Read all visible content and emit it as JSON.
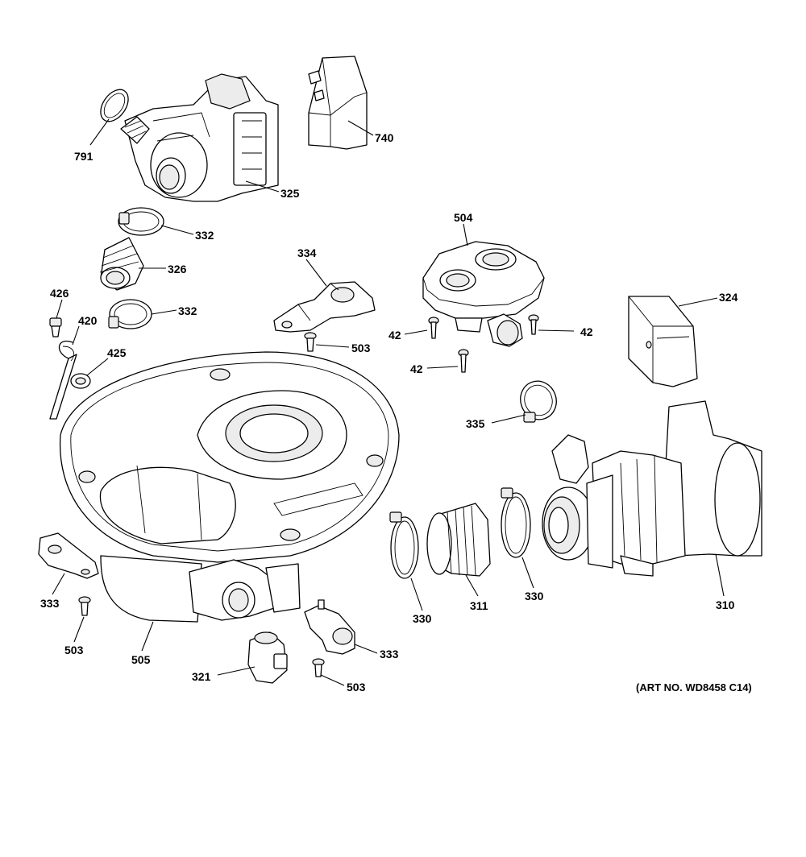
{
  "callouts": [
    {
      "id": "c791",
      "label": "791"
    },
    {
      "id": "c740",
      "label": "740"
    },
    {
      "id": "c325",
      "label": "325"
    },
    {
      "id": "c332a",
      "label": "332"
    },
    {
      "id": "c326",
      "label": "326"
    },
    {
      "id": "c332b",
      "label": "332"
    },
    {
      "id": "c426",
      "label": "426"
    },
    {
      "id": "c420",
      "label": "420"
    },
    {
      "id": "c425",
      "label": "425"
    },
    {
      "id": "c334",
      "label": "334"
    },
    {
      "id": "c503a",
      "label": "503"
    },
    {
      "id": "c504",
      "label": "504"
    },
    {
      "id": "c42a",
      "label": "42"
    },
    {
      "id": "c42b",
      "label": "42"
    },
    {
      "id": "c42c",
      "label": "42"
    },
    {
      "id": "c324",
      "label": "324"
    },
    {
      "id": "c335",
      "label": "335"
    },
    {
      "id": "c333a",
      "label": "333"
    },
    {
      "id": "c503b",
      "label": "503"
    },
    {
      "id": "c505",
      "label": "505"
    },
    {
      "id": "c330a",
      "label": "330"
    },
    {
      "id": "c311",
      "label": "311"
    },
    {
      "id": "c330b",
      "label": "330"
    },
    {
      "id": "c310",
      "label": "310"
    },
    {
      "id": "c321",
      "label": "321"
    },
    {
      "id": "c333b",
      "label": "333"
    },
    {
      "id": "c503c",
      "label": "503"
    }
  ],
  "art_number": "(ART NO. WD8458 C14)"
}
